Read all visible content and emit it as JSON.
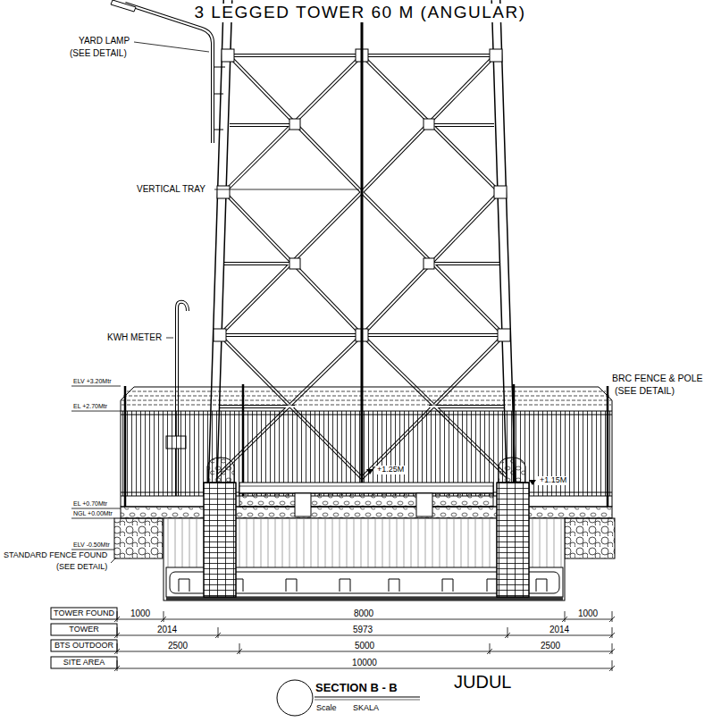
{
  "diagram": {
    "title": "3 LEGGED TOWER 60 M (ANGULAR)",
    "caption": "SECTION B - B",
    "labels": [
      "YARD LAMP",
      "(SEE DETAIL)",
      "VERTICAL TRAY",
      "KWH METER",
      "BRC FENCE & POLE",
      "(SEE DETAIL)",
      "ELV +3.20Mtr",
      "EL +2.70Mtr",
      "+1.25M",
      "+1.15M",
      "EL +0.70Mtr",
      "NGL +0.00Mtr",
      "ELV -0.50Mtr",
      "STANDARD FENCE FOUND",
      "(SEE DETAIL)",
      "TOWER FOUND",
      "1000",
      "8000",
      "1000",
      "TOWER",
      "2014",
      "5973",
      "2014",
      "BTS OUTDOOR",
      "2500",
      "5000",
      "2500",
      "SITE AREA",
      "10000",
      "JUDUL",
      "Scale",
      "SKALA"
    ]
  }
}
